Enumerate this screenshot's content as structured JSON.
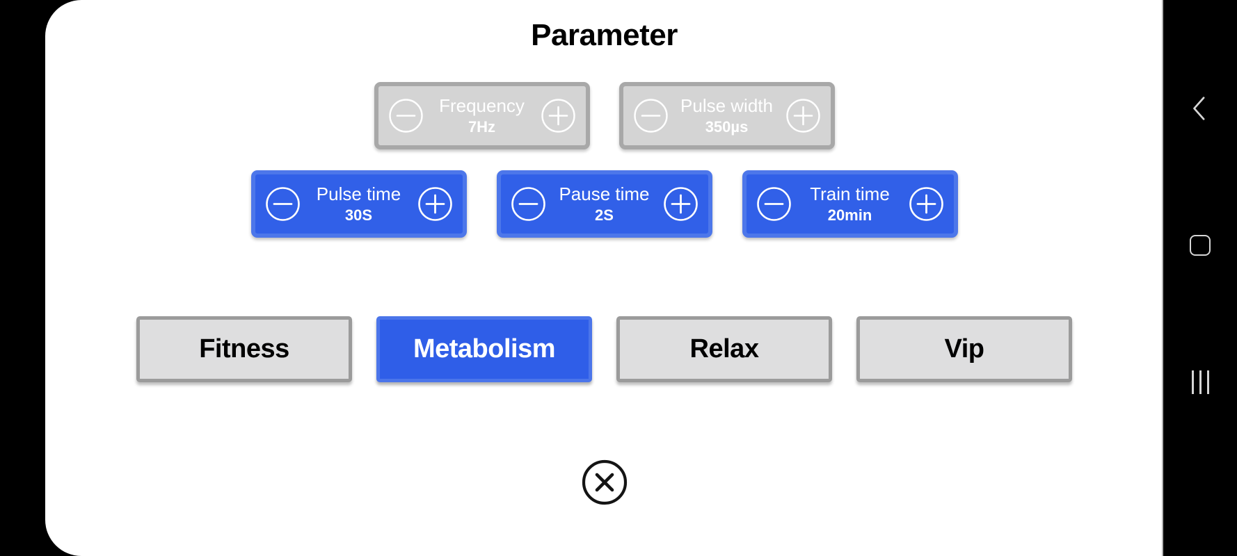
{
  "header": {
    "title": "Parameter"
  },
  "parameters": {
    "minus_icon": "minus-circle-icon",
    "plus_icon": "plus-circle-icon",
    "rows": [
      {
        "state": "disabled",
        "items": [
          {
            "name": "Frequency",
            "value": "7Hz"
          },
          {
            "name": "Pulse width",
            "value": "350µs"
          }
        ]
      },
      {
        "state": "active",
        "items": [
          {
            "name": "Pulse time",
            "value": "30S"
          },
          {
            "name": "Pause time",
            "value": "2S"
          },
          {
            "name": "Train time",
            "value": "20min"
          }
        ]
      }
    ]
  },
  "modes": {
    "selected": "Metabolism",
    "items": [
      {
        "label": "Fitness",
        "selected": false
      },
      {
        "label": "Metabolism",
        "selected": true
      },
      {
        "label": "Relax",
        "selected": false
      },
      {
        "label": "Vip",
        "selected": false
      }
    ]
  },
  "close": {
    "icon": "close-circle-icon",
    "label": "Close"
  },
  "nav_bar": {
    "items": [
      {
        "icon": "back-chevron-icon",
        "label": "Back"
      },
      {
        "icon": "home-square-icon",
        "label": "Home"
      },
      {
        "icon": "recents-bars-icon",
        "label": "Recents"
      }
    ]
  },
  "colors": {
    "accent_blue": "#2f5ee8",
    "accent_blue_border": "#4b75ea",
    "disabled_gray": "#d4d4d4",
    "disabled_gray_border": "#a8a8a8",
    "button_gray": "#dededf",
    "button_gray_border": "#9b9b9b",
    "surface": "#ffffff",
    "shell": "#000000",
    "text_dark": "#000000",
    "text_light": "#ffffff"
  }
}
